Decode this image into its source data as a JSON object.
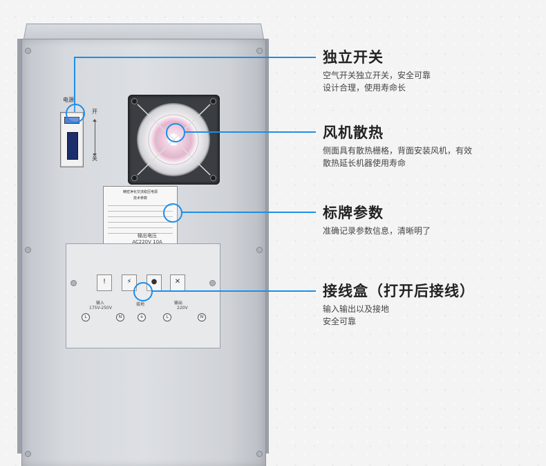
{
  "features": [
    {
      "title": "独立开关",
      "desc": "空气开关独立开关，安全可靠\n设计合理，使用寿命长"
    },
    {
      "title": "风机散热",
      "desc": "侧面具有散热栅格，背面安装风机，有效\n散热延长机器使用寿命"
    },
    {
      "title": "标牌参数",
      "desc": "准确记录参数信息，清晰明了"
    },
    {
      "title": "接线盒（打开后接线）",
      "desc": "输入输出以及接地\n安全可靠"
    }
  ],
  "device": {
    "switch_label": "电源",
    "switch_on": "开",
    "switch_off": "关",
    "plate_title": "精密净化交流稳压电源",
    "plate_sub": "技术参数",
    "panel_title": "输出电压",
    "panel_spec": "AC220V 10A",
    "input_label": "输入",
    "input_range": "175V-250V",
    "ground_label": "接地",
    "output_label": "输出",
    "output_volt": "220V",
    "L": "L",
    "N": "N"
  },
  "colors": {
    "accent": "#1c8ee9"
  }
}
